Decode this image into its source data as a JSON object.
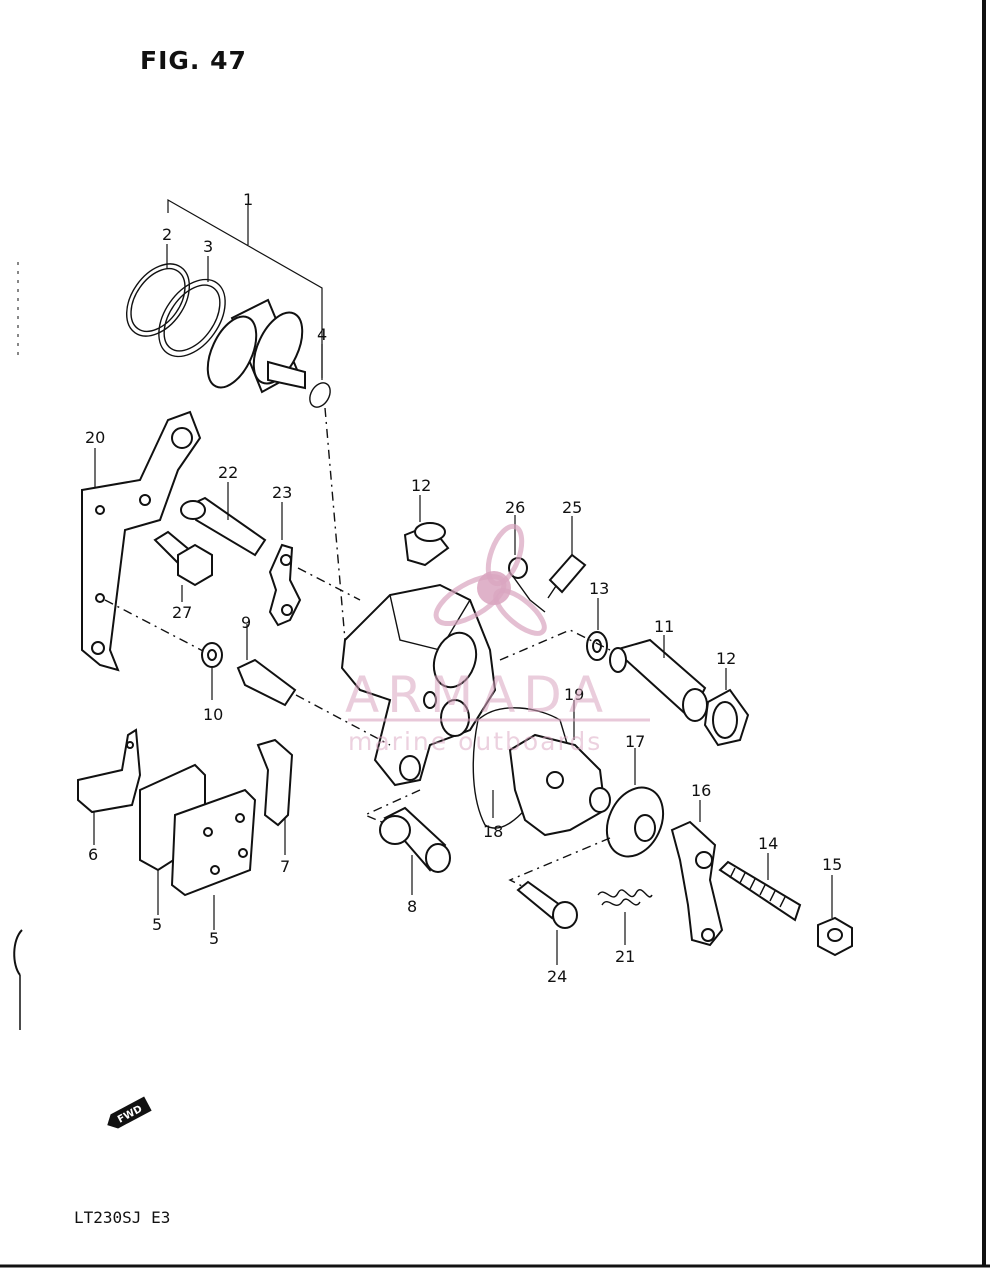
{
  "figure": {
    "title": "FIG. 47",
    "model_code": "LT230SJ  E3"
  },
  "watermark": {
    "brand": "ARMADA",
    "tagline": "marine outboards",
    "color": "#d9a4bf"
  },
  "fwd_label": "FWD",
  "callouts": {
    "c1": "1",
    "c2": "2",
    "c3": "3",
    "c4": "4",
    "c5a": "5",
    "c5b": "5",
    "c6": "6",
    "c7": "7",
    "c8": "8",
    "c9": "9",
    "c10": "10",
    "c11": "11",
    "c12a": "12",
    "c12b": "12",
    "c13": "13",
    "c14": "14",
    "c15": "15",
    "c16": "16",
    "c17": "17",
    "c18": "18",
    "c19": "19",
    "c20": "20",
    "c21": "21",
    "c22": "22",
    "c23": "23",
    "c24": "24",
    "c25": "25",
    "c26": "26",
    "c27": "27"
  }
}
